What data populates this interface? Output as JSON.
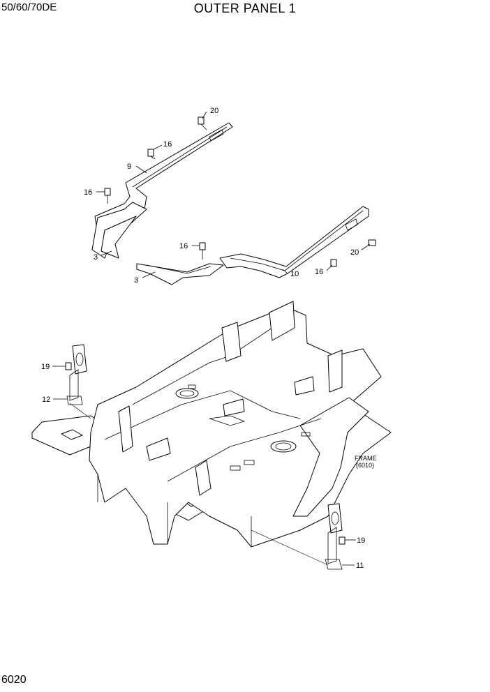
{
  "header": {
    "model": "50/60/70DE",
    "title": "OUTER PANEL 1"
  },
  "footer": {
    "page_number": "6020"
  },
  "callouts": {
    "c20a": "20",
    "c16a": "16",
    "c9": "9",
    "c16b": "16",
    "c3a": "3",
    "c16c": "16",
    "c3b": "3",
    "c10": "10",
    "c16d": "16",
    "c20b": "20",
    "c19a": "19",
    "c12": "12",
    "c19b": "19",
    "c11": "11"
  },
  "frame_ref": {
    "line1": "FRAME",
    "line2": "(6010)"
  }
}
